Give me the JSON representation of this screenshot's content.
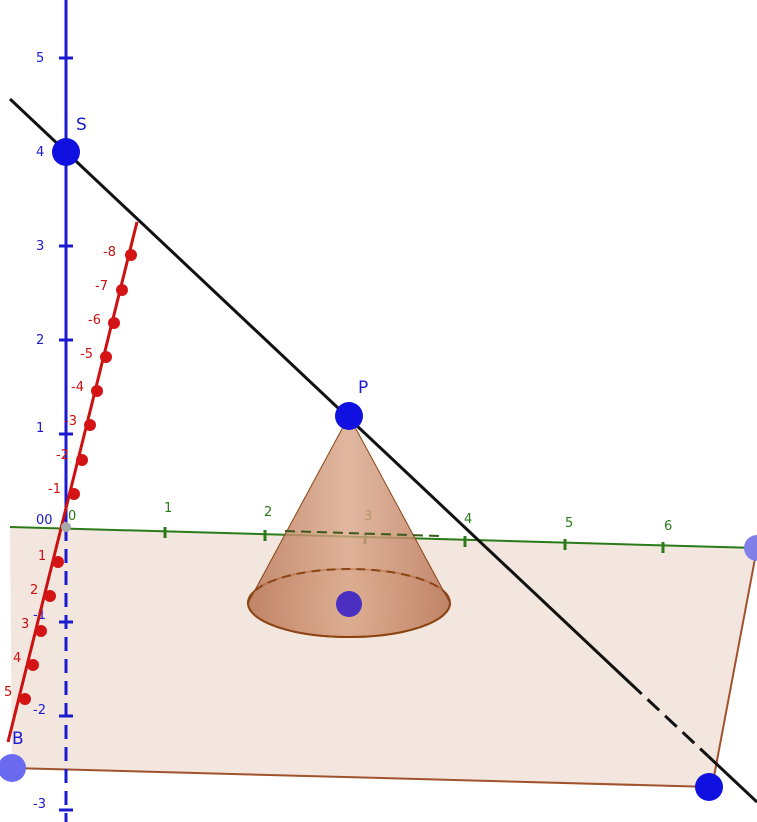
{
  "scene": {
    "points": {
      "S": "S",
      "P": "P",
      "B": "B"
    },
    "origin_label": "00",
    "axes": {
      "z_ticks": [
        "5",
        "4",
        "3",
        "2",
        "1",
        "-1",
        "-2",
        "-3"
      ],
      "x_ticks": [
        "1",
        "2",
        "3",
        "4",
        "5",
        "6"
      ],
      "y_ticks_upper": [
        "-8",
        "-7",
        "-6",
        "-5",
        "-4",
        "-3",
        "-2",
        "-1",
        "0"
      ],
      "y_ticks_lower": [
        "1",
        "2",
        "3",
        "4",
        "5"
      ]
    },
    "colors": {
      "z_axis": "#1a1ad0",
      "x_axis": "#2a7a1a",
      "y_axis": "#cc1111",
      "line": "#111111",
      "point": "#1010e0",
      "plane_fill": "#f3e6df",
      "plane_edge": "#a0522d",
      "cone_fill": "#c9906f",
      "cone_edge": "#8b4513"
    }
  }
}
